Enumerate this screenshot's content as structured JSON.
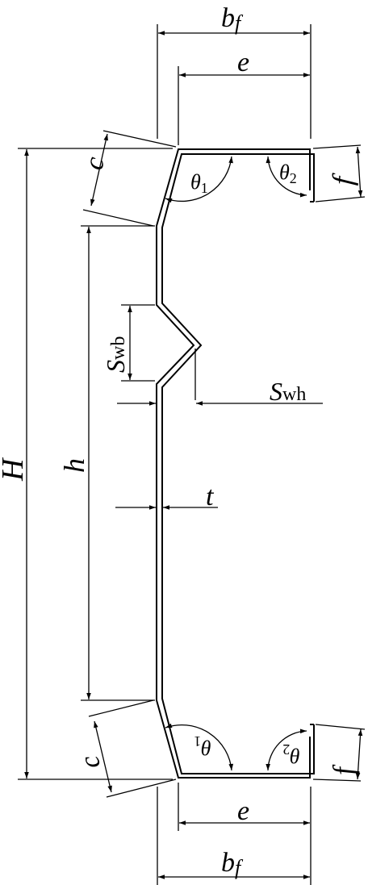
{
  "labels": {
    "bf": "b",
    "bf_sub": "f",
    "e": "e",
    "c": "c",
    "f": "f",
    "theta1": "θ",
    "theta1_sub": "1",
    "theta2": "θ",
    "theta2_sub": "2",
    "H": "H",
    "h": "h",
    "t": "t",
    "swb": "S",
    "swb_sub": "wb",
    "swh": "S",
    "swh_sub": "wh"
  },
  "colors": {
    "stroke": "#000000",
    "background": "#ffffff"
  }
}
